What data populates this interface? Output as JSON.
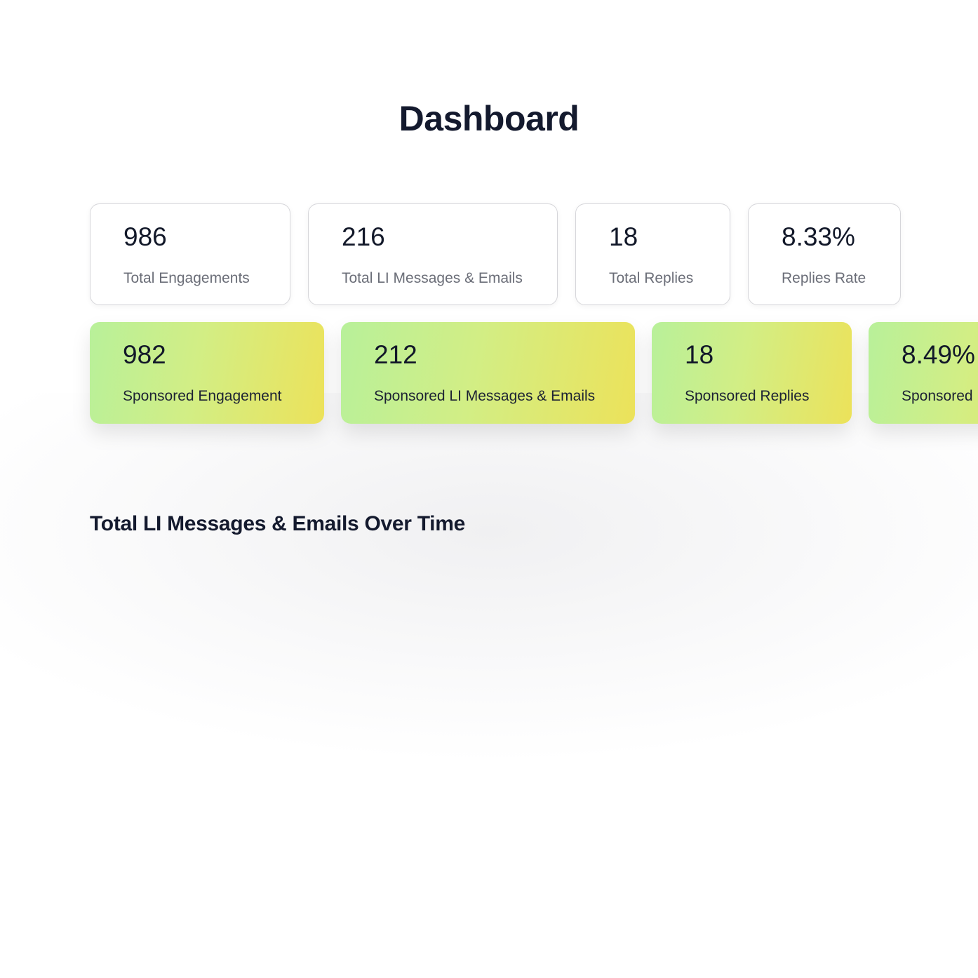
{
  "header": {
    "title": "Dashboard"
  },
  "stats": {
    "total": [
      {
        "value": "986",
        "label": "Total Engagements"
      },
      {
        "value": "216",
        "label": "Total LI Messages & Emails"
      },
      {
        "value": "18",
        "label": "Total Replies"
      },
      {
        "value": "8.33%",
        "label": "Replies Rate"
      }
    ],
    "sponsored": [
      {
        "value": "982",
        "label": "Sponsored Engagement"
      },
      {
        "value": "212",
        "label": "Sponsored  LI Messages & Emails"
      },
      {
        "value": "18",
        "label": "Sponsored  Replies"
      },
      {
        "value": "8.49%",
        "label": "Sponsored"
      }
    ]
  },
  "chart_section": {
    "title": "Total LI Messages & Emails Over Time"
  },
  "colors": {
    "text_primary": "#141a2e",
    "text_muted": "#6b6e78",
    "card_border": "#d6d6da",
    "gradient_start": "#b8f09a",
    "gradient_end": "#ece25a"
  }
}
